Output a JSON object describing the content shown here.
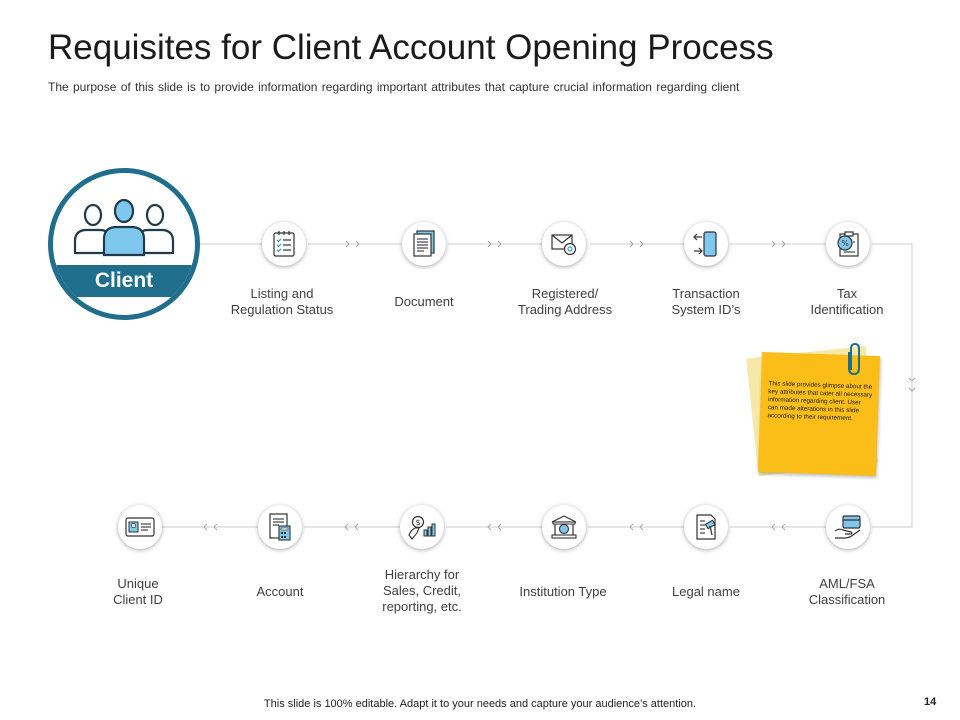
{
  "header": {
    "title": "Requisites for Client Account Opening Process",
    "subtitle": "The purpose of this slide is to provide information regarding important attributes that capture crucial information regarding client"
  },
  "client": {
    "label": "Client"
  },
  "top_steps": [
    {
      "label_lines": [
        "Listing and",
        "Regulation Status"
      ],
      "icon": "checklist-icon"
    },
    {
      "label_lines": [
        "Document"
      ],
      "icon": "document-icon"
    },
    {
      "label_lines": [
        "Registered/",
        "Trading Address"
      ],
      "icon": "email-address-icon"
    },
    {
      "label_lines": [
        "Transaction",
        "System ID’s"
      ],
      "icon": "phone-transfer-icon"
    },
    {
      "label_lines": [
        "Tax",
        "Identification"
      ],
      "icon": "tax-clipboard-icon"
    }
  ],
  "bottom_steps": [
    {
      "label_lines": [
        "AML/FSA",
        "Classification"
      ],
      "icon": "card-in-hand-icon"
    },
    {
      "label_lines": [
        "Legal name"
      ],
      "icon": "legal-document-icon"
    },
    {
      "label_lines": [
        "Institution Type"
      ],
      "icon": "bank-icon"
    },
    {
      "label_lines": [
        "Hierarchy for",
        "Sales, Credit,",
        "reporting, etc."
      ],
      "icon": "money-chart-icon"
    },
    {
      "label_lines": [
        "Account"
      ],
      "icon": "calculator-document-icon"
    },
    {
      "label_lines": [
        "Unique",
        "Client ID"
      ],
      "icon": "id-card-icon"
    }
  ],
  "note": {
    "text": "This slide provides glimpse about the key attributes that cater all necessary information regarding client. User can made alterations in this slide according to their requirement."
  },
  "footer": {
    "text": "This slide is 100% editable. Adapt it to your needs and capture your audience’s attention.",
    "page_number": "14"
  },
  "colors": {
    "primary": "#1f6e8c",
    "icon_fill": "#7ec8ee",
    "note": "#fbbd17",
    "connector": "#cccccc"
  }
}
